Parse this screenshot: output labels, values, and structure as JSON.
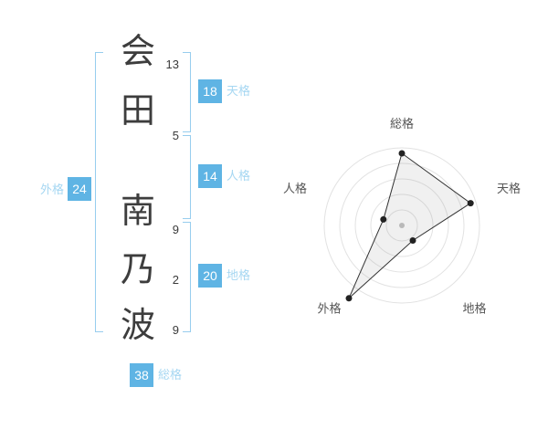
{
  "name": {
    "characters": [
      {
        "char": "会",
        "strokes": "13"
      },
      {
        "char": "田",
        "strokes": "5"
      },
      {
        "char": "南",
        "strokes": "9"
      },
      {
        "char": "乃",
        "strokes": "2"
      },
      {
        "char": "波",
        "strokes": "9"
      }
    ]
  },
  "kaku": {
    "tenkaku": {
      "label": "天格",
      "value": "18"
    },
    "jinkaku": {
      "label": "人格",
      "value": "14"
    },
    "chikaku": {
      "label": "地格",
      "value": "20"
    },
    "gaikaku": {
      "label": "外格",
      "value": "24"
    },
    "soukaku": {
      "label": "総格",
      "value": "38"
    }
  },
  "colors": {
    "accent_blue": "#5fb4e4",
    "pale_label_blue": "#a6d7f2",
    "bracket_blue": "#97cdee",
    "text_dark": "#3a3a3a",
    "ring_gray": "#e2e2e2",
    "polygon_stroke": "#333333",
    "polygon_fill": "rgba(130,130,130,0.12)",
    "dot_color": "#222222",
    "center_dot_color": "#b9b9b9",
    "axis_label_color": "#555555"
  },
  "chart_data": {
    "type": "radar",
    "axes": [
      "総格",
      "天格",
      "地格",
      "外格",
      "人格"
    ],
    "values": [
      38,
      18,
      20,
      24,
      14
    ],
    "radii_fraction": [
      0.93,
      0.93,
      0.24,
      1.16,
      0.25
    ],
    "rings": 5,
    "grid": "concentric-circles",
    "legend_position": "none"
  }
}
